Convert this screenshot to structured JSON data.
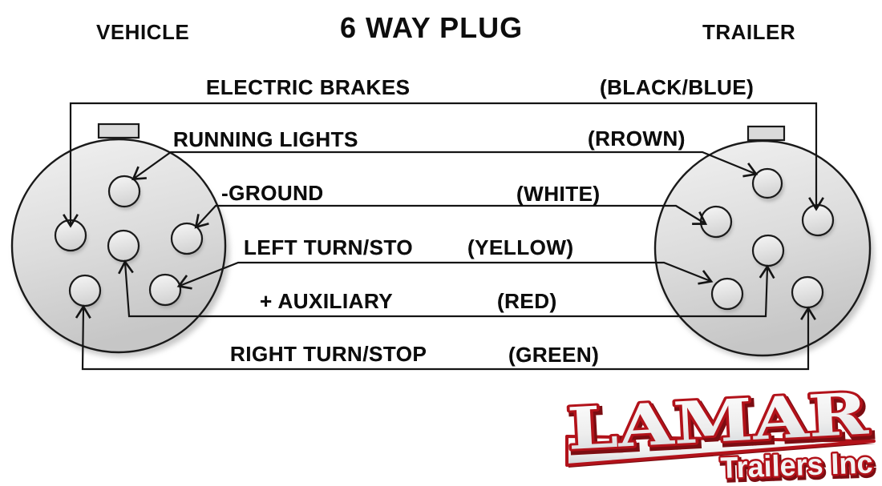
{
  "header": {
    "left_label": "VEHICLE",
    "title": "6 WAY PLUG",
    "right_label": "TRAILER"
  },
  "wires": [
    {
      "function": "ELECTRIC BRAKES",
      "color_label": "(BLACK/BLUE)"
    },
    {
      "function": "RUNNING LIGHTS",
      "color_label": "(RROWN)"
    },
    {
      "function": "-GROUND",
      "color_label": "(WHITE)"
    },
    {
      "function": "LEFT TURN/STO",
      "color_label": "(YELLOW)"
    },
    {
      "function": "+ AUXILIARY",
      "color_label": "(RED)"
    },
    {
      "function": "RIGHT TURN/STOP",
      "color_label": "(GREEN)"
    }
  ],
  "connectors": {
    "left_side": "VEHICLE",
    "right_side": "TRAILER",
    "pins_per_connector": 6
  },
  "logo": {
    "name": "LAMAR",
    "subtitle": "Trailers Inc",
    "red": "#b2121a",
    "dark_red": "#7c0d12"
  },
  "colors": {
    "wire_line": "#141414",
    "connector_fill_top": "#efefef",
    "connector_fill_bottom": "#c9c9c9",
    "connector_stroke": "#1a1a1a",
    "background": "#ffffff"
  }
}
